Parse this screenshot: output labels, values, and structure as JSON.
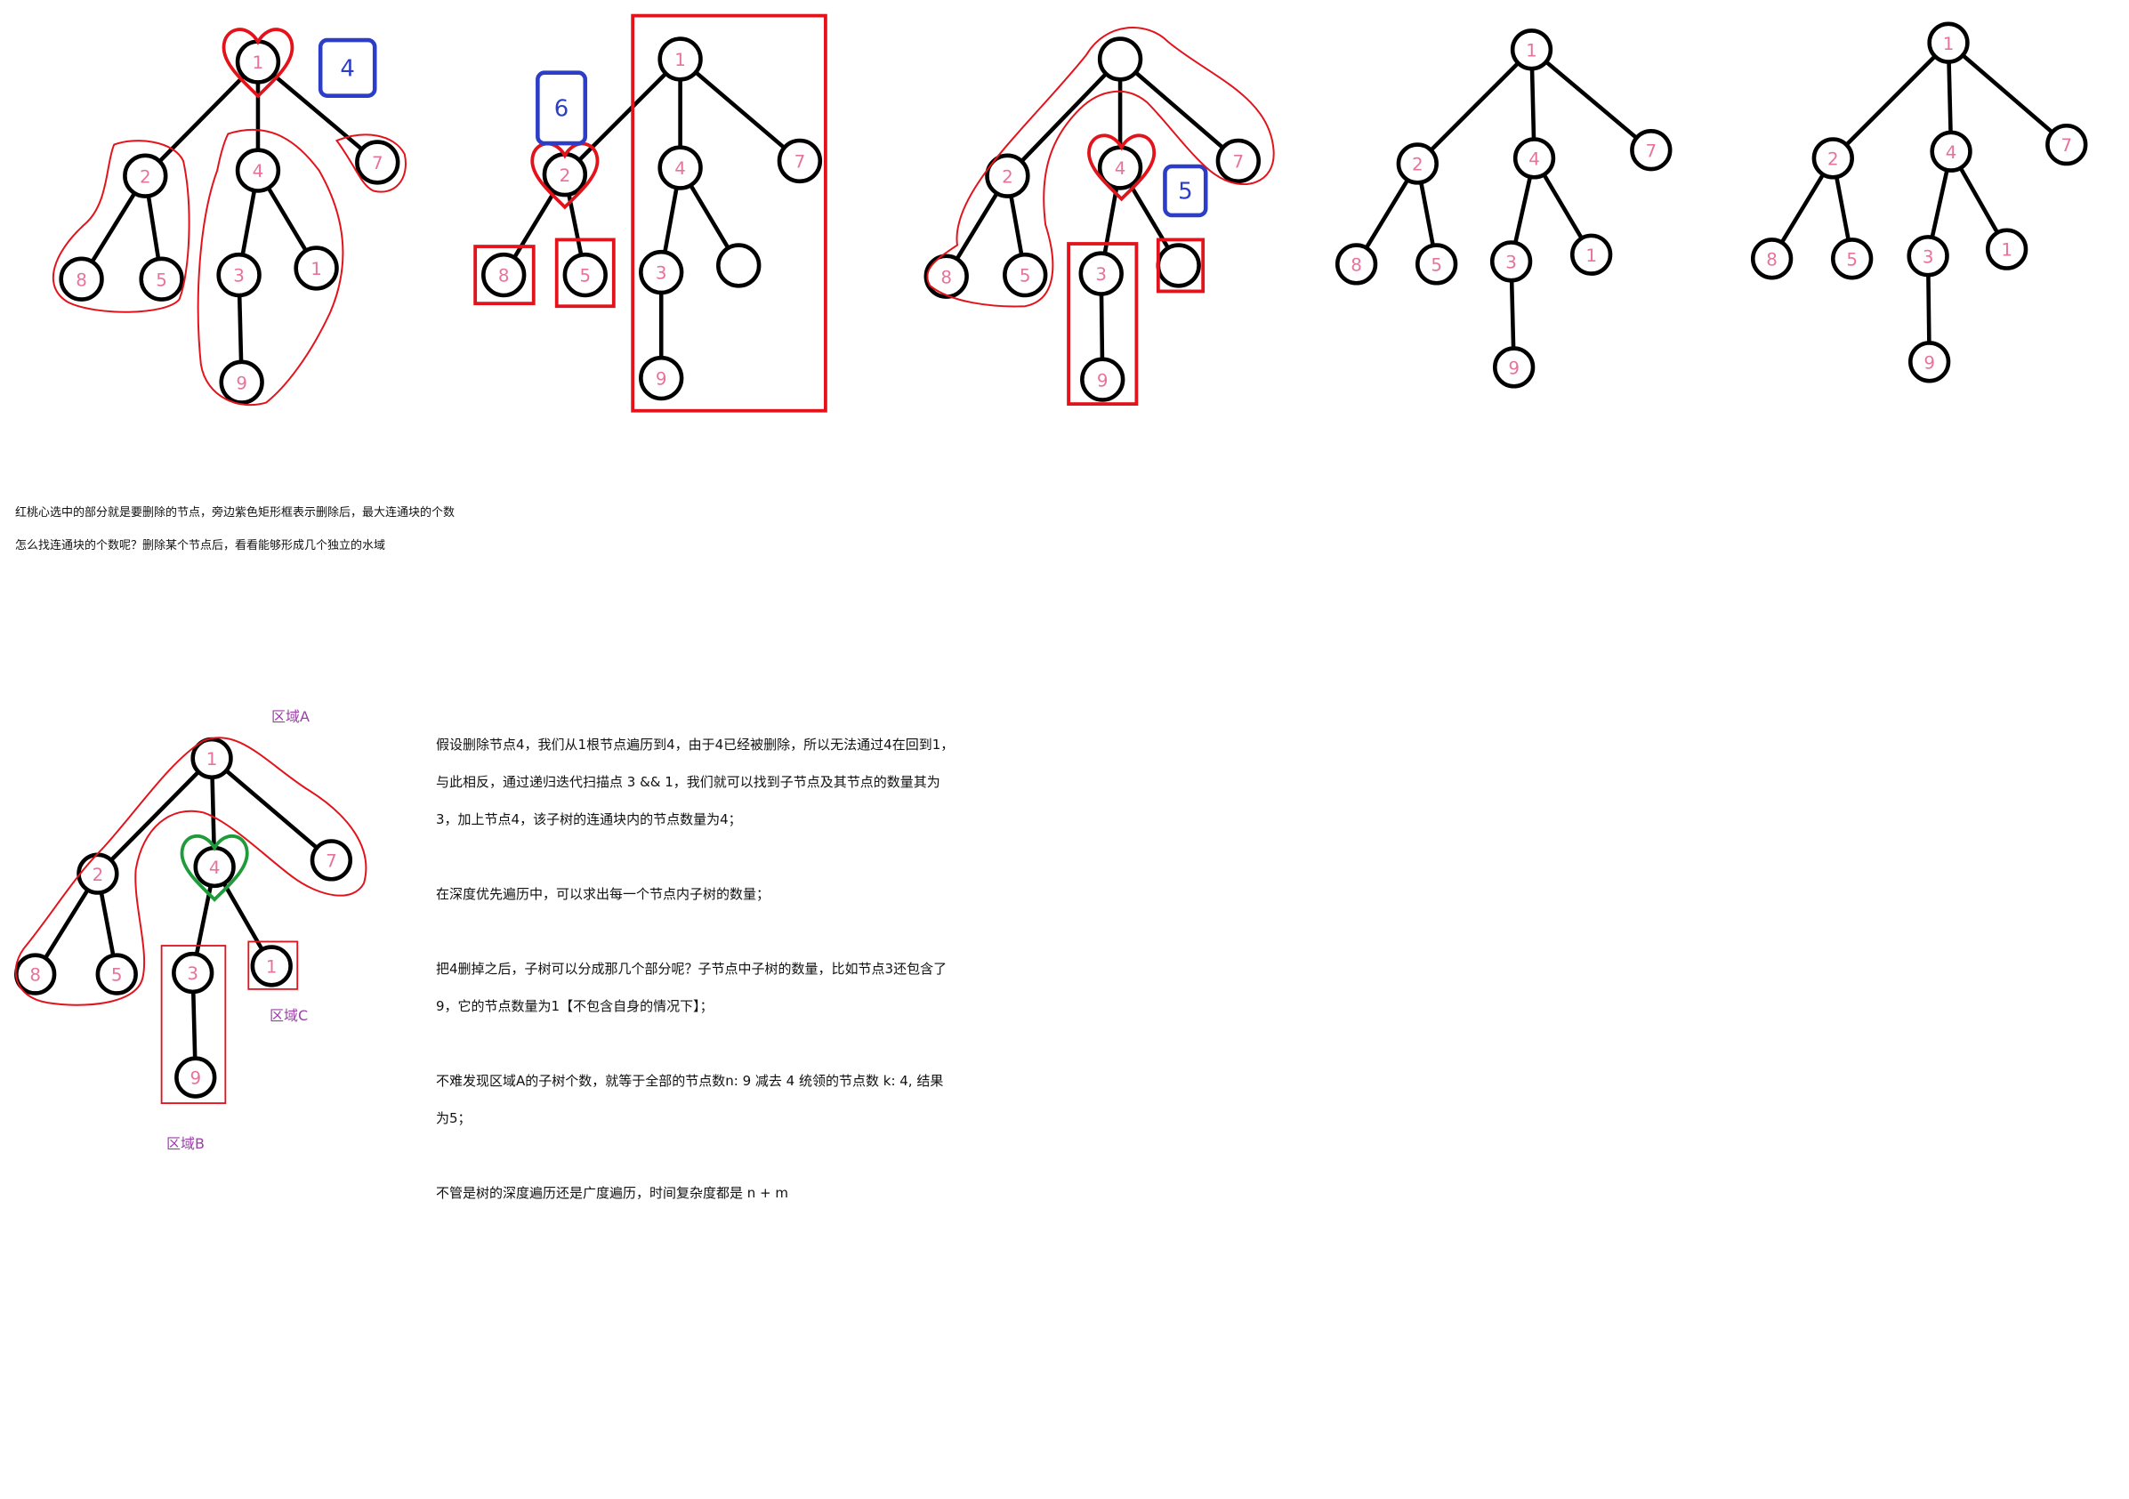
{
  "notes": {
    "line1": "红桃心选中的部分就是要删除的节点，旁边紫色矩形框表示删除后，最大连通块的个数",
    "line2": "怎么找连通块的个数呢？删除某个节点后，看看能够形成几个独立的水域"
  },
  "diagrams": {
    "d1": {
      "nodes": [
        "1",
        "2",
        "4",
        "7",
        "8",
        "5",
        "3",
        "1",
        "9"
      ],
      "box_value": "4"
    },
    "d2": {
      "nodes": [
        "1",
        "2",
        "4",
        "7",
        "8",
        "5",
        "3",
        "",
        "9"
      ],
      "box_value": "6"
    },
    "d3": {
      "nodes": [
        "",
        "2",
        "4",
        "7",
        "8",
        "5",
        "3",
        "",
        "9"
      ],
      "box_value": "5"
    },
    "d4": {
      "nodes": [
        "1",
        "2",
        "4",
        "7",
        "8",
        "5",
        "3",
        "1",
        "9"
      ]
    },
    "d5": {
      "nodes": [
        "1",
        "2",
        "4",
        "7",
        "8",
        "5",
        "3",
        "1",
        "9"
      ]
    },
    "d6": {
      "nodes": [
        "1",
        "2",
        "4",
        "7",
        "8",
        "5",
        "3",
        "1",
        "9"
      ]
    }
  },
  "regions": {
    "a": "区域A",
    "b": "区域B",
    "c": "区域C"
  },
  "explanation": [
    "假设删除节点4，我们从1根节点遍历到4，由于4已经被删除，所以无法通过4在回到1，",
    "与此相反，通过递归迭代扫描点 3 && 1，我们就可以找到子节点及其节点的数量其为",
    "3，加上节点4，该子树的连通块内的节点数量为4；",
    "在深度优先遍历中，可以求出每一个节点内子树的数量；",
    "把4删掉之后，子树可以分成那几个部分呢？子节点中子树的数量，比如节点3还包含了",
    "9，它的节点数量为1【不包含自身的情况下】；",
    "不难发现区域A的子树个数，就等于全部的节点数n: 9 减去 4 统领的节点数 k: 4, 结果",
    "为5；",
    "不管是树的深度遍历还是广度遍历，时间复杂度都是 n + m"
  ],
  "colors": {
    "node_stroke": "#000000",
    "node_label": "#e8739a",
    "highlight": "#e3131b",
    "box": "#2c3ec7",
    "region_label": "#9b3fa8",
    "heart_green": "#1f9b3a"
  }
}
